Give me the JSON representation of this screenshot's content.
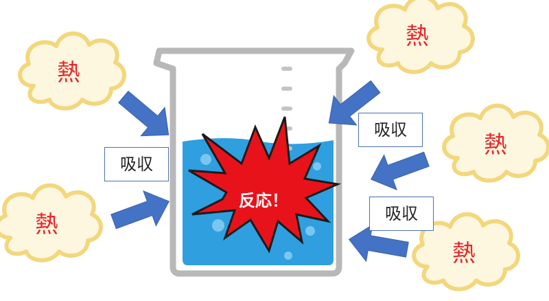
{
  "heat_label": "熱",
  "absorb_label": "吸収",
  "reaction_label": "反応！",
  "colors": {
    "heat_text": "#e8262b",
    "cloud_fill": "#fdf7e0",
    "cloud_stroke": "#f3d77c",
    "arrow": "#4472c4",
    "beaker_outline": "#b8b8b8",
    "water": "#2f9fe0",
    "burst_fill": "#e8121b",
    "burst_stroke": "#1a1a1a"
  }
}
